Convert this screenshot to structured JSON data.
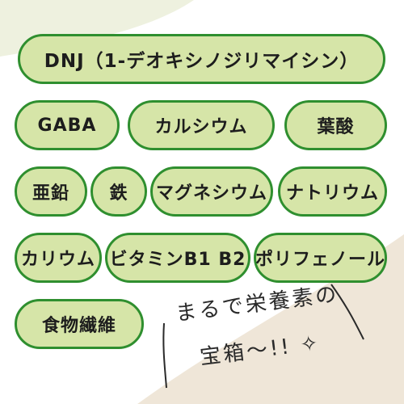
{
  "nutrients": {
    "dnj": "DNJ（1-デオキシノジリマイシン）",
    "gaba": "GABA",
    "calcium": "カルシウム",
    "folic_acid": "葉酸",
    "zinc": "亜鉛",
    "iron": "鉄",
    "magnesium": "マグネシウム",
    "sodium": "ナトリウム",
    "potassium": "カリウム",
    "vitamin_b": "ビタミンB1 B2",
    "polyphenol": "ポリフェノール",
    "fiber": "食物繊維"
  },
  "tagline": {
    "line1": "まるで栄養素の",
    "line2": "宝箱〜!! ✧"
  },
  "colors": {
    "pill_fill": "#d6e5a8",
    "pill_border": "#2f8f2f",
    "bg_green": "#eef1df",
    "bg_beige": "#efe6d8"
  }
}
